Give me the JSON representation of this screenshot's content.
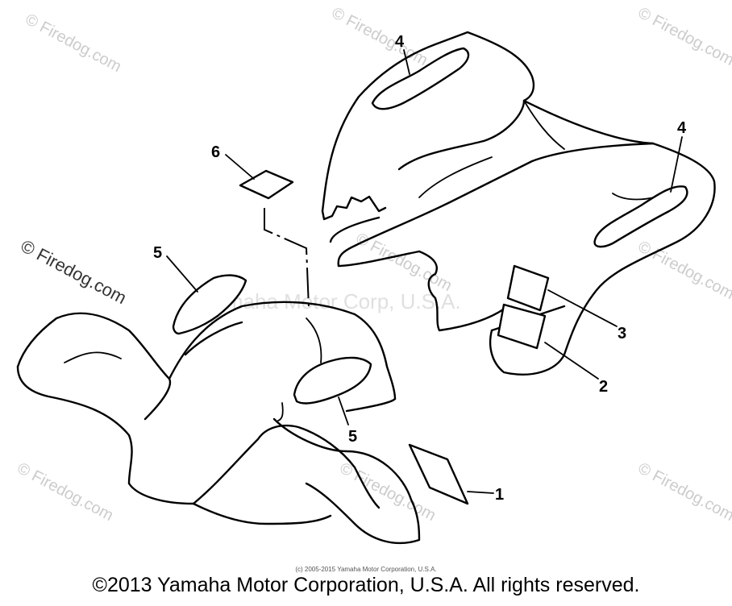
{
  "watermarks": {
    "site": "© Firedog.com",
    "center": "Yamaha Motor Corp, U.S.A."
  },
  "callouts": {
    "c1": "1",
    "c2": "2",
    "c3": "3",
    "c4a": "4",
    "c4b": "4",
    "c5a": "5",
    "c5b": "5",
    "c6": "6"
  },
  "copyright_small": "(c) 2005-2015 Yamaha Motor Corporation, U.S.A.",
  "copyright_footer": "©2013 Yamaha Motor Corporation, U.S.A. All rights reserved."
}
